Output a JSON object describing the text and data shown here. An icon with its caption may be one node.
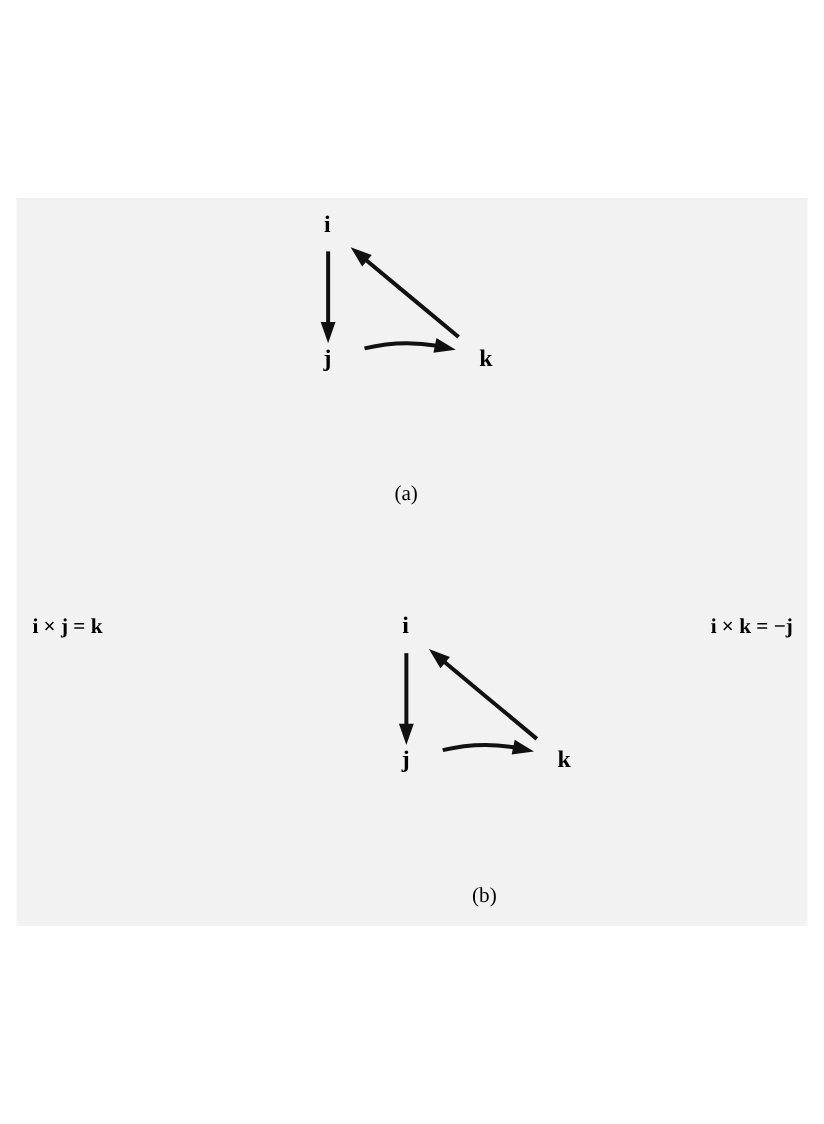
{
  "diagram": {
    "nodes": [
      {
        "text": [
          "i"
        ]
      },
      {
        "text": [
          "j"
        ]
      },
      {
        "text": [
          "k"
        ]
      },
      {
        "text": [
          "i"
        ]
      },
      {
        "text": [
          "j"
        ]
      },
      {
        "text": [
          "k"
        ]
      }
    ],
    "edges": [
      {
        "from": 0,
        "to": 1,
        "arrow": "to"
      },
      {
        "from": 1,
        "to": 2,
        "arrow": "to"
      },
      {
        "from": 2,
        "to": 0,
        "arrow": "to"
      },
      {
        "from": 3,
        "to": 4,
        "arrow": "to"
      },
      {
        "from": 4,
        "to": 5,
        "arrow": "to"
      },
      {
        "from": 5,
        "to": 3,
        "arrow": "to"
      }
    ],
    "labels": [
      "(a)",
      "i × j = k",
      "i × k = −j",
      "(b)"
    ]
  }
}
